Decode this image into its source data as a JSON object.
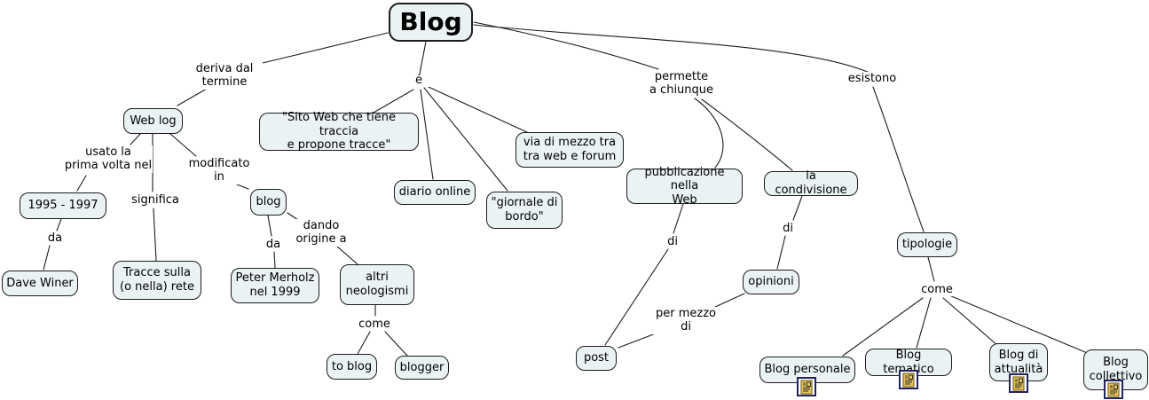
{
  "nodes": {
    "blog": {
      "label": "Blog"
    },
    "weblog": {
      "label": "Web log"
    },
    "anni": {
      "label": "1995 - 1997"
    },
    "dave": {
      "label": "Dave Winer"
    },
    "tracce": {
      "label": "Tracce sulla\n(o nella) rete"
    },
    "blogword": {
      "label": "blog"
    },
    "peter": {
      "label": "Peter Merholz\nnel 1999"
    },
    "neologismi": {
      "label": "altri\nneologismi"
    },
    "toblog": {
      "label": "to blog"
    },
    "blogger": {
      "label": "blogger"
    },
    "sito": {
      "label": "\"Sito Web che tiene traccia\ne propone tracce\""
    },
    "diario": {
      "label": "diario online"
    },
    "giornale": {
      "label": "\"giornale di\nbordo\""
    },
    "viadimezzo": {
      "label": "via di mezzo tra\ntra web e forum"
    },
    "pubblicazione": {
      "label": "pubblicazione nella\nWeb"
    },
    "condivisione": {
      "label": "la condivisione"
    },
    "post": {
      "label": "post"
    },
    "opinioni": {
      "label": "opinioni"
    },
    "tipologie": {
      "label": "tipologie"
    },
    "personale": {
      "label": "Blog personale"
    },
    "tematico": {
      "label": "Blog tematico"
    },
    "attualita": {
      "label": "Blog di\nattualità"
    },
    "collettivo": {
      "label": "Blog\ncollettivo"
    }
  },
  "labels": {
    "deriva": {
      "text": "deriva dal\ntermine"
    },
    "usato": {
      "text": "usato la\nprima volta nel"
    },
    "significa": {
      "text": "significa"
    },
    "modificato": {
      "text": "modificato\nin"
    },
    "da_anni": {
      "text": "da"
    },
    "da_blog": {
      "text": "da"
    },
    "dando": {
      "text": "dando\norigine a"
    },
    "come_neologismi": {
      "text": "come"
    },
    "e_verb": {
      "text": "é"
    },
    "permette": {
      "text": "permette\na chiunque"
    },
    "di_pubblicazione": {
      "text": "di"
    },
    "di_condivisione": {
      "text": "di"
    },
    "per_mezzo": {
      "text": "per mezzo\ndi"
    },
    "esistono": {
      "text": "esistono"
    },
    "come_tipologie": {
      "text": "come"
    }
  },
  "icons": {
    "blog_type": "document-icon"
  },
  "colors": {
    "node_fill": "#eaf2f4",
    "node_border": "#1c1c1c",
    "edge": "#1c1c1c",
    "icon_fill": "#e9c45a",
    "icon_border": "#23235f"
  }
}
